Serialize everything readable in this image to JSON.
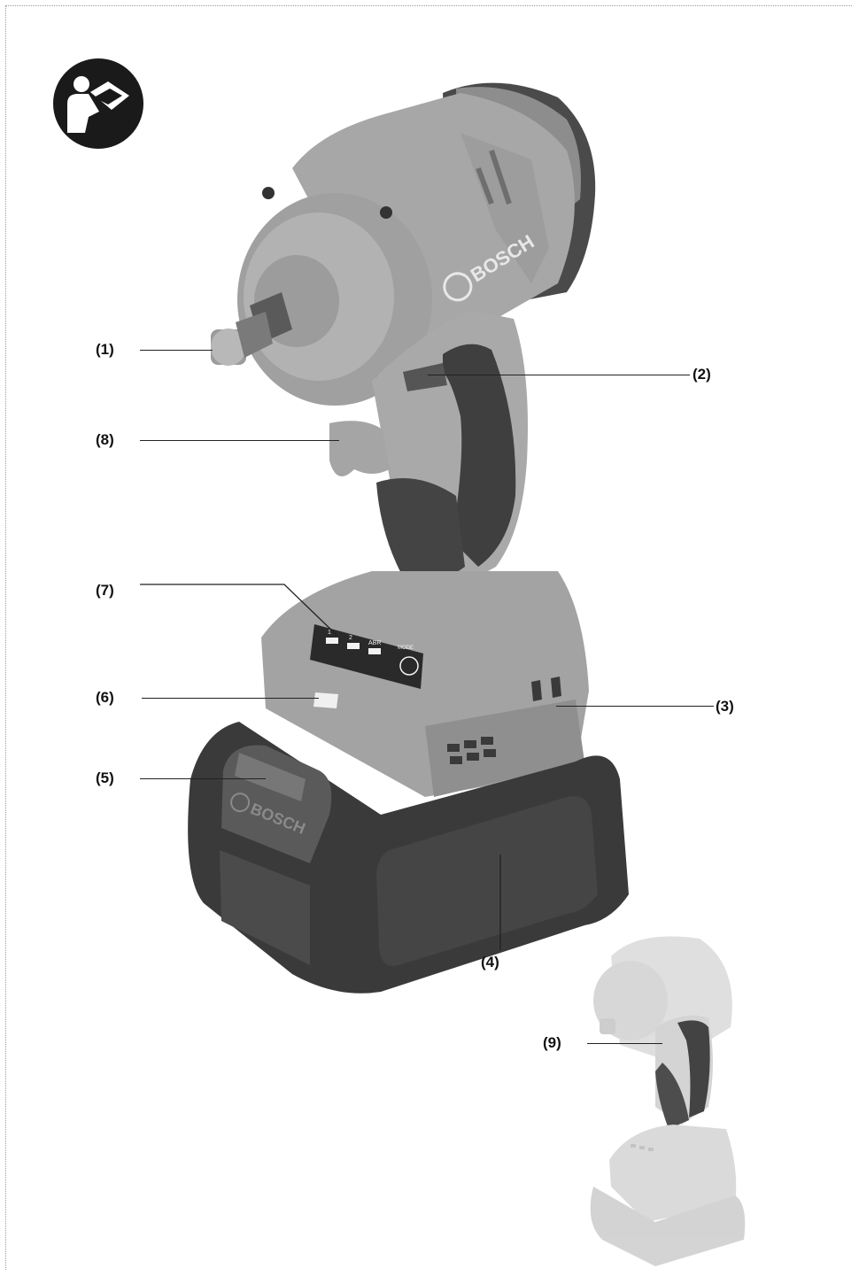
{
  "brand": {
    "logo_text": "BOSCH",
    "battery_logo_text": "BOSCH"
  },
  "control_panel": {
    "mode_labels": [
      "1",
      "2",
      "ABR"
    ],
    "mode_button_label": "MODE"
  },
  "callouts": [
    {
      "id": "1",
      "label": "(1)"
    },
    {
      "id": "2",
      "label": "(2)"
    },
    {
      "id": "3",
      "label": "(3)"
    },
    {
      "id": "4",
      "label": "(4)"
    },
    {
      "id": "5",
      "label": "(5)"
    },
    {
      "id": "6",
      "label": "(6)"
    },
    {
      "id": "7",
      "label": "(7)"
    },
    {
      "id": "8",
      "label": "(8)"
    },
    {
      "id": "9",
      "label": "(9)"
    }
  ],
  "icons": {
    "manual": "read-manual-icon"
  },
  "colors": {
    "housing_gray": "#a9a9a9",
    "grip_dark": "#3f3f3f",
    "battery_dark": "#3a3a3a",
    "icon_black": "#1a1a1a"
  }
}
